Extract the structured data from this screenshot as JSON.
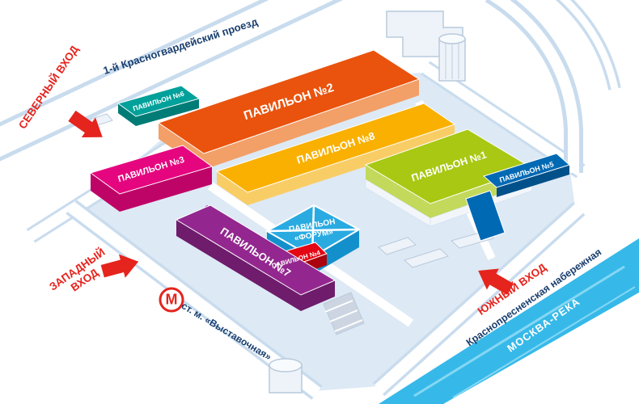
{
  "pavilions": {
    "p1": {
      "label": "ПАВИЛЬОН №1",
      "top": "#a8c813",
      "side": "#c3d95b"
    },
    "p2": {
      "label": "ПАВИЛЬОН №2",
      "top": "#e9530e",
      "side": "#f29f68"
    },
    "p3": {
      "label": "ПАВИЛЬОН №3",
      "top": "#e5067f",
      "side": "#bf0468"
    },
    "p4": {
      "label": "ПАВИЛЬОН №4",
      "top": "#e30613",
      "side": "#ab040e"
    },
    "p5": {
      "label": "ПАВИЛЬОН №5",
      "top": "#0069b4",
      "side": "#00508a"
    },
    "p6": {
      "label": "ПАВИЛЬОН №6",
      "top": "#00a19a",
      "side": "#007c76"
    },
    "p7": {
      "label": "ПАВИЛЬОН №7",
      "top": "#93278f",
      "side": "#6e1c6b"
    },
    "p8": {
      "label": "ПАВИЛЬОН №8",
      "top": "#f9b000",
      "side": "#f9cd66"
    },
    "forum": {
      "label_line1": "ПАВИЛЬОН",
      "label_line2": "«ФОРУМ»",
      "top": "#29abe2",
      "side": "#1390cc"
    }
  },
  "entrances": {
    "north": {
      "label": "СЕВЕРНЫЙ ВХОД"
    },
    "west": {
      "label_line1": "ЗАПАДНЫЙ",
      "label_line2": "ВХОД"
    },
    "south": {
      "label": "ЮЖНЫЙ ВХОД"
    }
  },
  "streets": {
    "krasnogvardeysky": "1-й Красногвардейский проезд",
    "krasnopresnenskaya": "Краснопресненская набережная"
  },
  "river": {
    "label": "МОСКВА-РЕКА",
    "color": "#36b9e9"
  },
  "metro": {
    "symbol": "М",
    "station_label": "ст. м. «Выставочная»"
  },
  "colors": {
    "ground": "#dde9f4",
    "road_surface": "#ffffff",
    "road_casing": "#c9dcee",
    "street_text": "#1a3f6f",
    "accent_red": "#e5241d",
    "neutral_building": "#eef3f9",
    "neutral_building_stroke": "#b9cadd"
  }
}
